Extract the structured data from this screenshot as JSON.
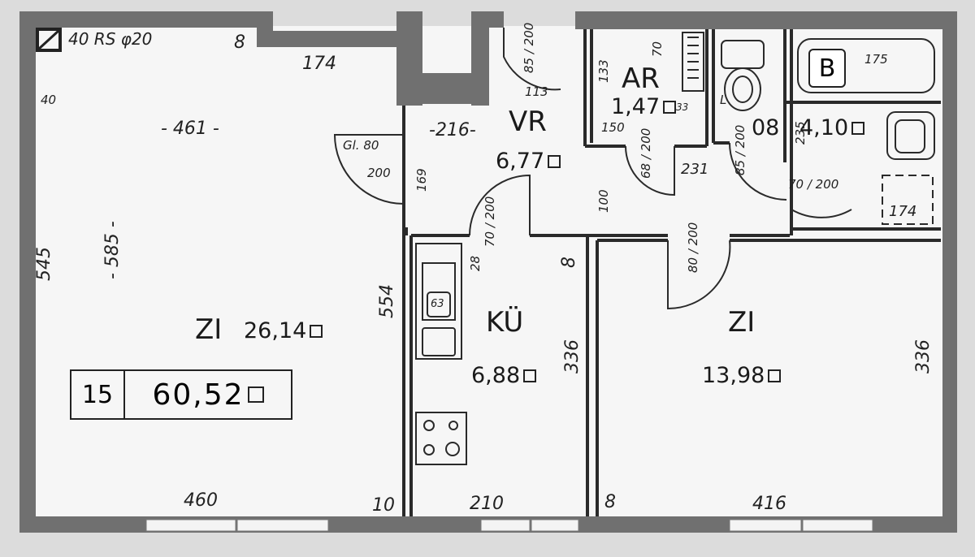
{
  "rooms": {
    "living": {
      "name": "ZI",
      "area": "26,14"
    },
    "bedroom": {
      "name": "ZI",
      "area": "13,98"
    },
    "kitchen": {
      "name": "KÜ",
      "area": "6,88"
    },
    "hall": {
      "name": "VR",
      "area": "6,77"
    },
    "storage": {
      "name": "AR",
      "area": "1,47"
    },
    "bath": {
      "name": "B",
      "area": "4,10"
    },
    "wc": {
      "name": "08"
    }
  },
  "unit": {
    "number": "15",
    "total_area": "60,52"
  },
  "dimensions": {
    "top_note": "40 RS φ20",
    "d_8_top": "8",
    "d_174_top": "174",
    "d_40": "40",
    "d_461": "- 461 -",
    "d_545": "545",
    "d_585": "- 585 -",
    "d_554": "554",
    "d_216": "-216-",
    "d_113": "113",
    "d_gl80": "Gl. 80",
    "d_200a": "200",
    "d_169": "169",
    "d_85_200": "85 / 200",
    "d_133": "133",
    "d_70": "70",
    "d_150": "150",
    "d_33": "33",
    "d_231": "231",
    "d_100": "100",
    "d_68_200": "68 / 200",
    "d_85_200b": "85 / 200",
    "d_235": "235",
    "d_175": "175",
    "d_70_200": "70 / 200",
    "d_174_bath": "174",
    "d_70_200k": "70 / 200",
    "d_28": "28",
    "d_8_kit": "8",
    "d_80_200": "80 / 200",
    "d_336a": "336",
    "d_336b": "336",
    "d_460": "460",
    "d_10": "10",
    "d_210": "210",
    "d_8_bot": "8",
    "d_416": "416",
    "d_63": "63",
    "d_L": "L"
  }
}
